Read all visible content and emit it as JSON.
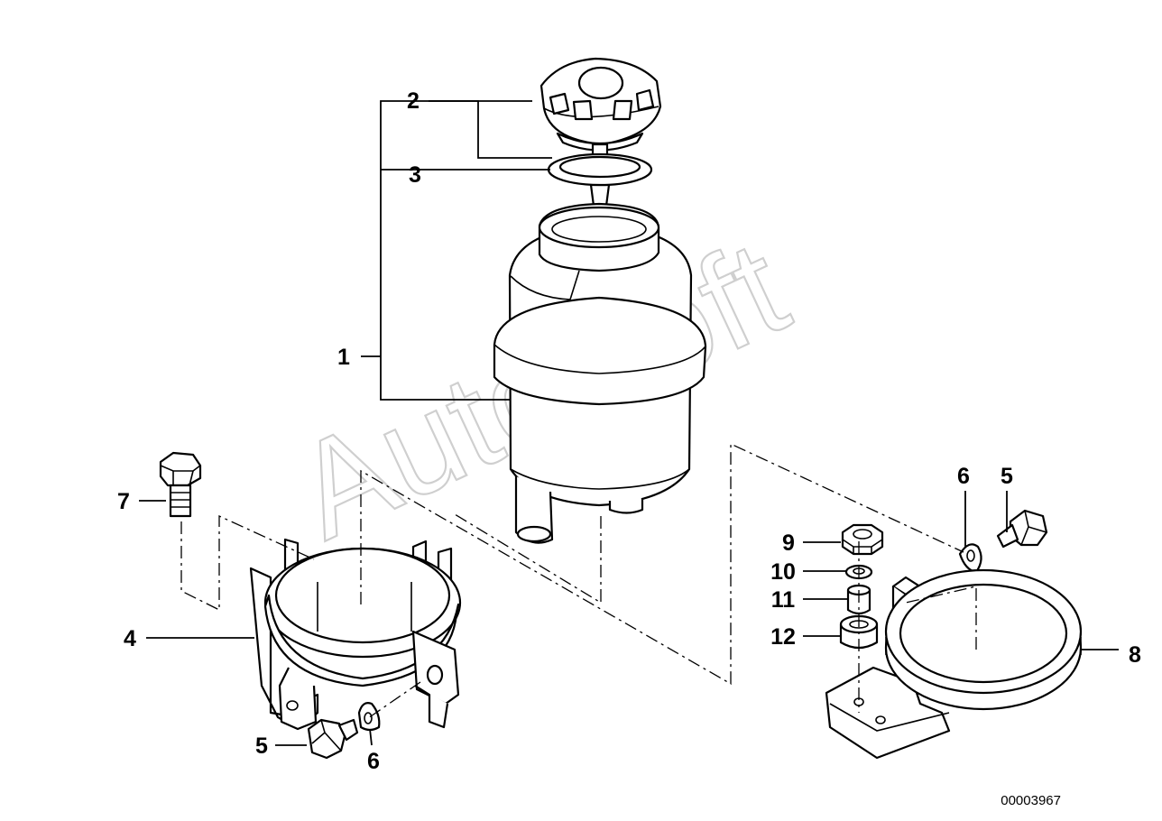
{
  "watermark": "AutoSoft",
  "drawing_number": "00003967",
  "callouts": {
    "c1": "1",
    "c2": "2",
    "c3": "3",
    "c4": "4",
    "c5a": "5",
    "c5b": "5",
    "c6a": "6",
    "c6b": "6",
    "c7": "7",
    "c8": "8",
    "c9": "9",
    "c10": "10",
    "c11": "11",
    "c12": "12"
  }
}
